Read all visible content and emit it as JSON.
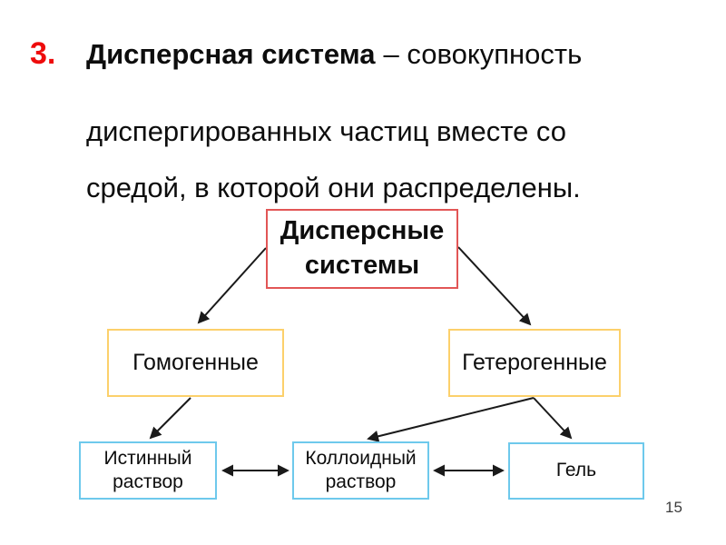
{
  "title": {
    "number": "3.",
    "term": "Дисперсная система",
    "line1_rest": "– совокупность",
    "line2": "диспергированных частиц вместе со",
    "line3": "средой, в которой они распределены."
  },
  "diagram": {
    "nodes": [
      {
        "id": "dispersed-systems",
        "label": "Дисперсные\nсистемы",
        "border_color": "#e25656",
        "level": 1
      },
      {
        "id": "homogeneous",
        "label": "Гомогенные",
        "border_color": "#fcd06b",
        "level": 2
      },
      {
        "id": "heterogeneous",
        "label": "Гетерогенные",
        "border_color": "#fcd06b",
        "level": 2
      },
      {
        "id": "true-solution",
        "label": "Истинный\nраствор",
        "border_color": "#6ec9ec",
        "level": 3
      },
      {
        "id": "colloid-solution",
        "label": "Коллоидный\nраствор",
        "border_color": "#6ec9ec",
        "level": 3
      },
      {
        "id": "gel",
        "label": "Гель",
        "border_color": "#6ec9ec",
        "level": 3
      }
    ],
    "edges": [
      {
        "from": "dispersed-systems",
        "to": "homogeneous",
        "type": "arrow"
      },
      {
        "from": "dispersed-systems",
        "to": "heterogeneous",
        "type": "arrow"
      },
      {
        "from": "homogeneous",
        "to": "true-solution",
        "type": "arrow"
      },
      {
        "from": "heterogeneous",
        "to": "colloid-solution",
        "type": "arrow"
      },
      {
        "from": "heterogeneous",
        "to": "gel",
        "type": "arrow"
      },
      {
        "from": "true-solution",
        "to": "colloid-solution",
        "type": "double-arrow"
      },
      {
        "from": "colloid-solution",
        "to": "gel",
        "type": "double-arrow"
      }
    ],
    "colors": {
      "root_border": "#e25656",
      "level2_border": "#fcd06b",
      "level3_border": "#6ec9ec",
      "arrow": "#1a1a1a",
      "title_number_red": "#ee0b0b"
    }
  },
  "page_number": "15"
}
